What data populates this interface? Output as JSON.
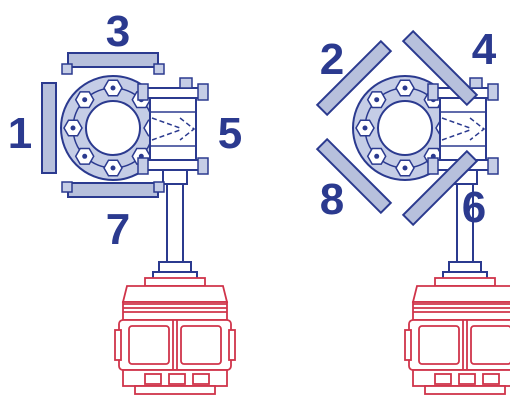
{
  "colors": {
    "outline": "#2b3a8f",
    "flange_fill": "#c5cde6",
    "pad_fill": "#b7c0dc",
    "label": "#2b3a8f",
    "actuator": "#d0344a",
    "background": "#ffffff"
  },
  "left_assembly": {
    "labels": [
      "3",
      "1",
      "5",
      "7"
    ]
  },
  "right_assembly": {
    "labels": [
      "2",
      "4",
      "8",
      "6"
    ]
  }
}
